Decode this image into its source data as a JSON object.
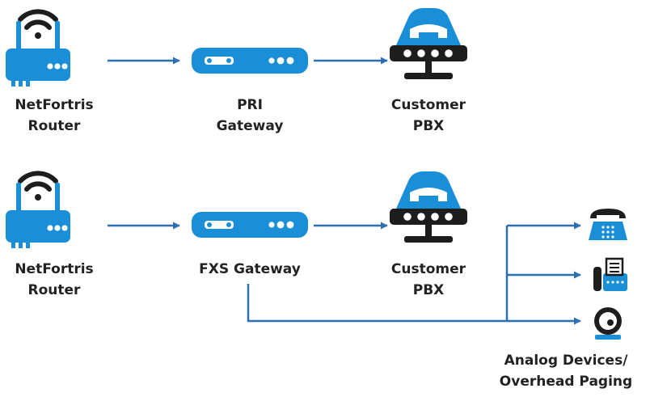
{
  "colors": {
    "icon": "#1a8fd8",
    "dark": "#1d1d1d",
    "line": "#2e6fb0",
    "text": "#222222"
  },
  "top_row": {
    "router": {
      "line1": "NetFortris",
      "line2": "Router"
    },
    "gateway": {
      "line1": "PRI",
      "line2": "Gateway"
    },
    "pbx": {
      "line1": "Customer",
      "line2": "PBX"
    }
  },
  "bottom_row": {
    "router": {
      "line1": "NetFortris",
      "line2": "Router"
    },
    "gateway": {
      "line1": "FXS Gateway"
    },
    "pbx": {
      "line1": "Customer",
      "line2": "PBX"
    }
  },
  "analog": {
    "line1": "Analog Devices/",
    "line2": "Overhead Paging"
  },
  "icons": [
    "wifi-router-icon",
    "gateway-icon",
    "pbx-phone-icon",
    "desk-phone-icon",
    "fax-icon",
    "paging-bell-icon"
  ]
}
